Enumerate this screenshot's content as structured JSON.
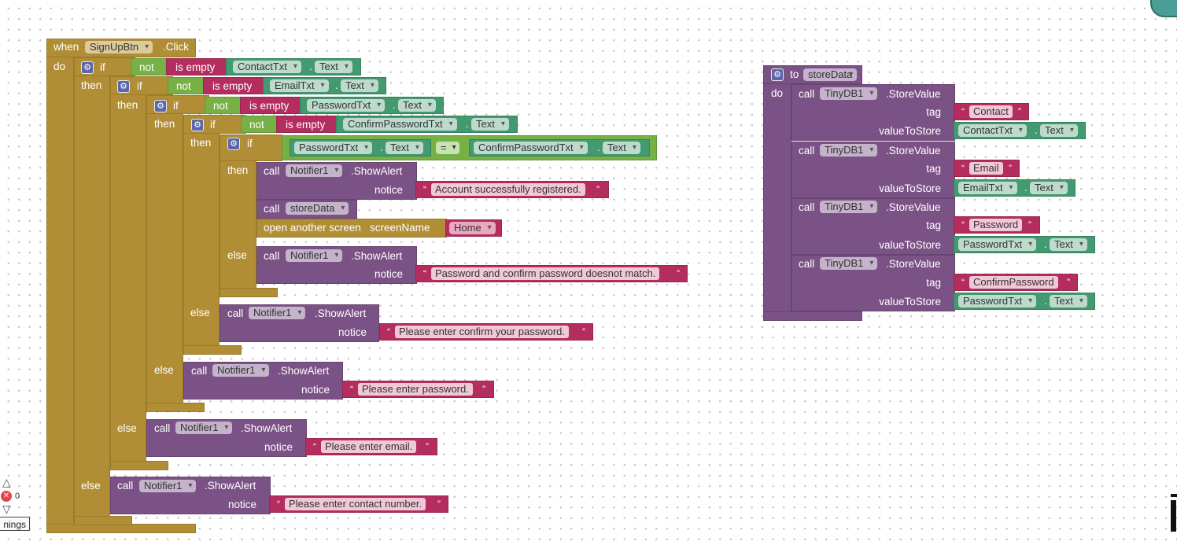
{
  "event": {
    "when": "when",
    "component": "SignUpBtn",
    "event": ".Click",
    "do": "do"
  },
  "kw": {
    "if": "if",
    "then": "then",
    "else": "else",
    "not": "not",
    "is_empty": "is empty",
    "call": "call",
    "notice": "notice",
    "dot": ".",
    "eq": "=",
    "open_screen": "open another screen",
    "screen_name": "screenName",
    "to": "to",
    "tag": "tag",
    "value_to_store": "valueToStore",
    "quote_open": "“",
    "quote_close": "”"
  },
  "fields": {
    "contact": "ContactTxt",
    "email": "EmailTxt",
    "password": "PasswordTxt",
    "confirm": "ConfirmPasswordTxt",
    "text": "Text"
  },
  "notifier": {
    "component": "Notifier1",
    "method": ".ShowAlert"
  },
  "messages": {
    "success": "Account successfully registered.",
    "mismatch": "Password and confirm password doesnot match.",
    "confirm": "Please enter confirm your password.",
    "password": "Please enter password.",
    "email": "Please enter email.",
    "contact": "Please enter contact number."
  },
  "procedure": {
    "name": "storeData",
    "home": "Home"
  },
  "tinydb": {
    "component": "TinyDB1",
    "method": ".StoreValue",
    "tags": [
      "Contact",
      "Email",
      "Password",
      "ConfirmPassword"
    ]
  },
  "warnings": {
    "errors": "0",
    "label": "nings"
  },
  "colors": {
    "control": "#b18e35",
    "logic": "#77b045",
    "text": "#b32d5e",
    "component": "#439970",
    "procedure": "#7b5286"
  }
}
